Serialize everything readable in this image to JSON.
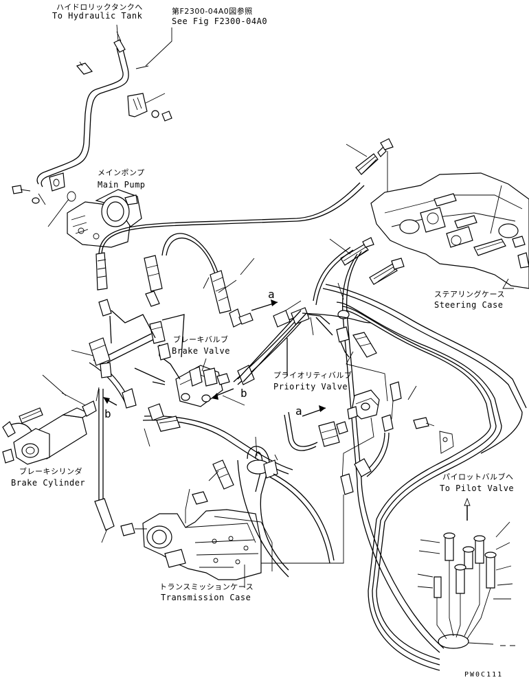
{
  "labels": {
    "hydraulic_tank_jp": "ハイドロリックタンクへ",
    "hydraulic_tank_en": "To Hydraulic Tank",
    "see_fig_jp": "第F2300-04A0図参照",
    "see_fig_en": "See Fig F2300-04A0",
    "main_pump_jp": "メインポンプ",
    "main_pump_en": "Main Pump",
    "steering_case_jp": "ステアリングケース",
    "steering_case_en": "Steering Case",
    "brake_valve_jp": "ブレーキバルブ",
    "brake_valve_en": "Brake Valve",
    "priority_valve_jp": "プライオリティバルブ",
    "priority_valve_en": "Priority Valve",
    "brake_cylinder_jp": "ブレーキシリンダ",
    "brake_cylinder_en": "Brake Cylinder",
    "pilot_valve_jp": "パイロットバルブへ",
    "pilot_valve_en": "To Pilot Valve",
    "transmission_case_jp": "トランスミッションケース",
    "transmission_case_en": "Transmission Case",
    "ref_a_upper": "a",
    "ref_a_lower": "a",
    "ref_b_left": "b",
    "ref_b_mid": "b",
    "drawing_code": "PW0C111"
  }
}
